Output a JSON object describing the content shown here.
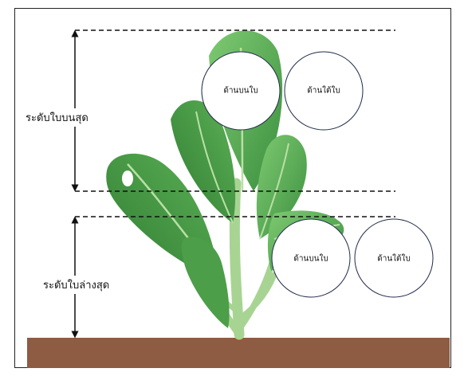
{
  "diagram": {
    "levels": [
      {
        "label": "ระดับใบบนสุด"
      },
      {
        "label": "ระดับใบล่างสุด"
      }
    ],
    "circles": {
      "top_upper": "ด้านบนใบ",
      "top_under": "ด้านใต้ใบ",
      "bottom_upper": "ด้านบนใบ",
      "bottom_under": "ด้านใต้ใบ"
    },
    "colors": {
      "leaf_dark": "#3f9a44",
      "leaf_light": "#79c46e",
      "stem": "#9fd08a",
      "soil": "#8e5b43",
      "guide_line": "#111111"
    }
  }
}
